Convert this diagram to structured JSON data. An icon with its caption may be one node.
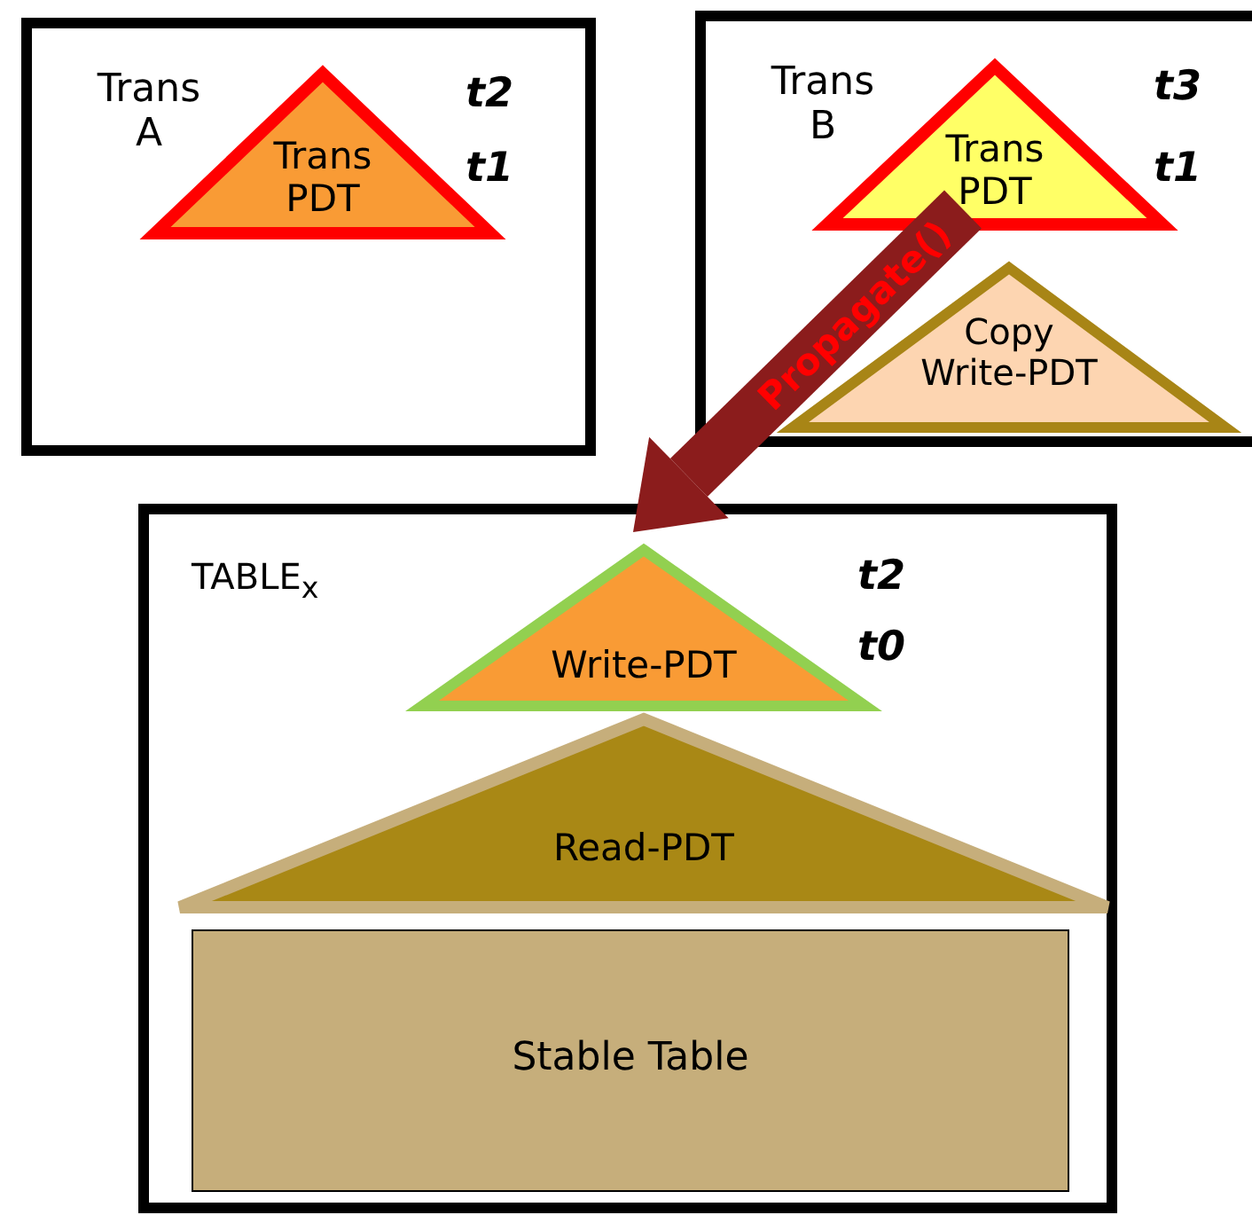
{
  "diagram": {
    "nodes": [
      {
        "text": [
          "Trans A",
          "t2",
          "t1"
        ]
      },
      {
        "text": [
          "Trans PDT"
        ],
        "in": 0
      },
      {
        "text": [
          "Trans B",
          "t3",
          "t1"
        ]
      },
      {
        "text": [
          "Trans PDT"
        ],
        "in": 2
      },
      {
        "text": [
          "Copy Write-PDT"
        ],
        "in": 2
      },
      {
        "text": [
          "TABLE$_{x}$",
          "t2",
          "t0"
        ]
      },
      {
        "text": [
          "Write-PDT"
        ],
        "in": 5
      },
      {
        "text": [
          "Read-PDT"
        ],
        "in": 5
      },
      {
        "text": [
          "Stable Table"
        ],
        "in": 5
      }
    ],
    "edges": [
      {
        "from": 3,
        "to": 6,
        "arrow": "to",
        "label": "Propagate()",
        "color": "#8b1c1c"
      }
    ]
  }
}
